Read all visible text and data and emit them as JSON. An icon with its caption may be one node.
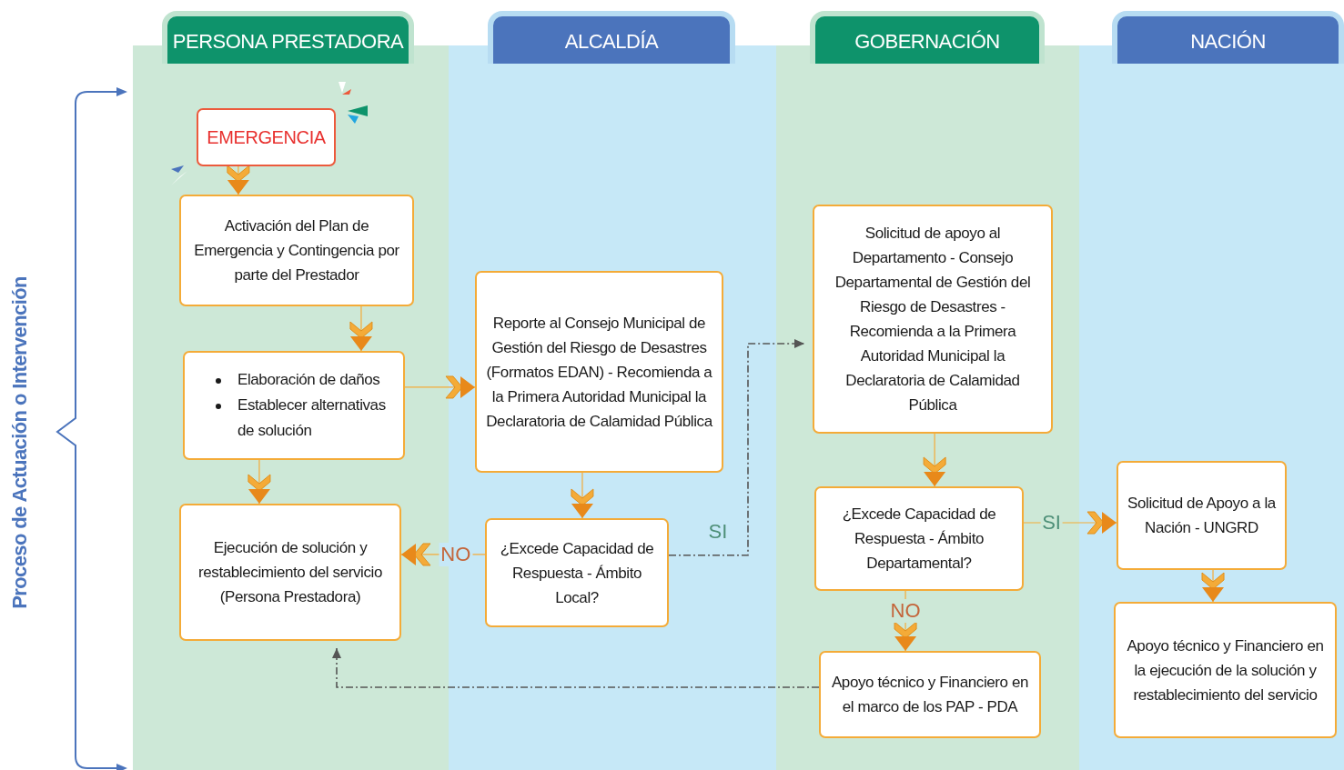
{
  "diagram": {
    "nodes": [
      {
        "text": [
          "PERSONA PRESTADORA"
        ]
      },
      {
        "text": [
          "ALCALDÍA"
        ]
      },
      {
        "text": [
          "GOBERNACIÓN"
        ]
      },
      {
        "text": [
          "NACIÓN"
        ]
      },
      {
        "text": [
          "EMERGENCIA"
        ],
        "in": 0
      },
      {
        "text": [
          "Activación del Plan de Emergencia y Contingencia por parte del Prestador"
        ],
        "in": 0
      },
      {
        "text": [
          "Elaboración de daños",
          "Establecer alternativas de solución"
        ],
        "in": 0
      },
      {
        "text": [
          "Ejecución de solución y restablecimiento del servicio (Persona Prestadora)"
        ],
        "in": 0
      },
      {
        "text": [
          "Reporte al Consejo Municipal de Gestión del Riesgo de Desastres (Formatos EDAN) - Recomienda a la Primera Autoridad Municipal la Declaratoria de Calamidad Pública"
        ],
        "in": 1
      },
      {
        "text": [
          "¿Excede Capacidad de Respuesta - Ámbito Local?"
        ],
        "in": 1
      },
      {
        "text": [
          "Solicitud de apoyo al Departamento - Consejo Departamental de Gestión del Riesgo de Desastres - Recomienda a la Primera Autoridad Municipal la Declaratoria de Calamidad Pública"
        ],
        "in": 2
      },
      {
        "text": [
          "¿Excede Capacidad de Respuesta - Ámbito Departamental?"
        ],
        "in": 2
      },
      {
        "text": [
          "Apoyo técnico y Financiero en el marco de los PAP - PDA"
        ],
        "in": 2
      },
      {
        "text": [
          "Solicitud de Apoyo a la Nación - UNGRD"
        ],
        "in": 3
      },
      {
        "text": [
          "Apoyo técnico y Financiero en la ejecución de la solución y restablecimiento del servicio"
        ],
        "in": 3
      }
    ],
    "edges": [
      {
        "from": 4,
        "to": 5,
        "arrow": "to"
      },
      {
        "from": 5,
        "to": 6,
        "arrow": "to"
      },
      {
        "from": 6,
        "to": 7,
        "arrow": "to"
      },
      {
        "from": 6,
        "to": 8,
        "arrow": "to"
      },
      {
        "from": 8,
        "to": 9,
        "arrow": "to"
      },
      {
        "from": 9,
        "to": 7,
        "arrow": "to",
        "label": "NO"
      },
      {
        "from": 9,
        "to": 10,
        "arrow": "to",
        "label": "SI",
        "style": "dashed",
        "color": "#555555"
      },
      {
        "from": 10,
        "to": 11,
        "arrow": "to"
      },
      {
        "from": 11,
        "to": 12,
        "arrow": "to",
        "label": "NO"
      },
      {
        "from": 11,
        "to": 13,
        "arrow": "to",
        "label": "SI"
      },
      {
        "from": 13,
        "to": 14,
        "arrow": "to"
      },
      {
        "from": 12,
        "to": 7,
        "arrow": "to",
        "style": "dashed",
        "color": "#555555"
      }
    ],
    "labels": [
      "Proceso de Actuación o Intervención"
    ]
  }
}
